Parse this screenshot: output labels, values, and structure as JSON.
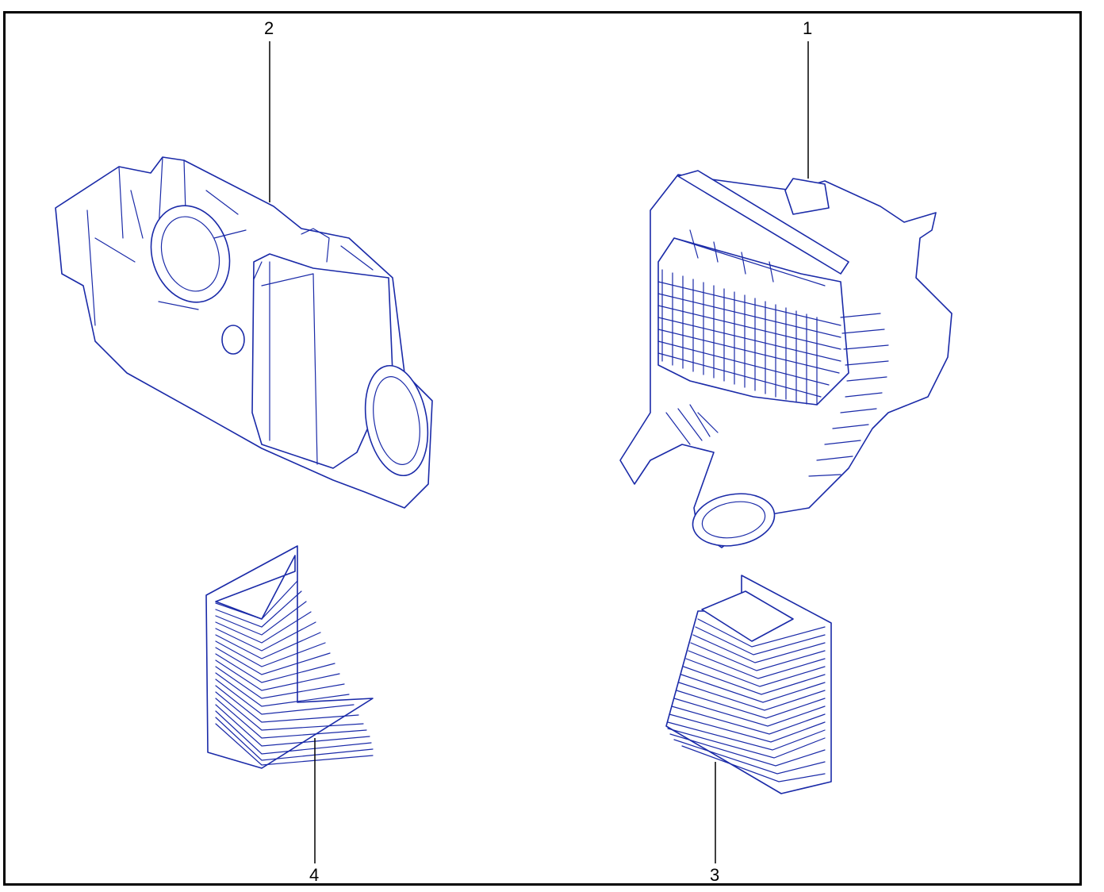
{
  "callouts": {
    "c1": "1",
    "c2": "2",
    "c3": "3",
    "c4": "4"
  },
  "colors": {
    "line_art": "#1a2aa8",
    "frame": "#000000",
    "background": "#ffffff"
  }
}
